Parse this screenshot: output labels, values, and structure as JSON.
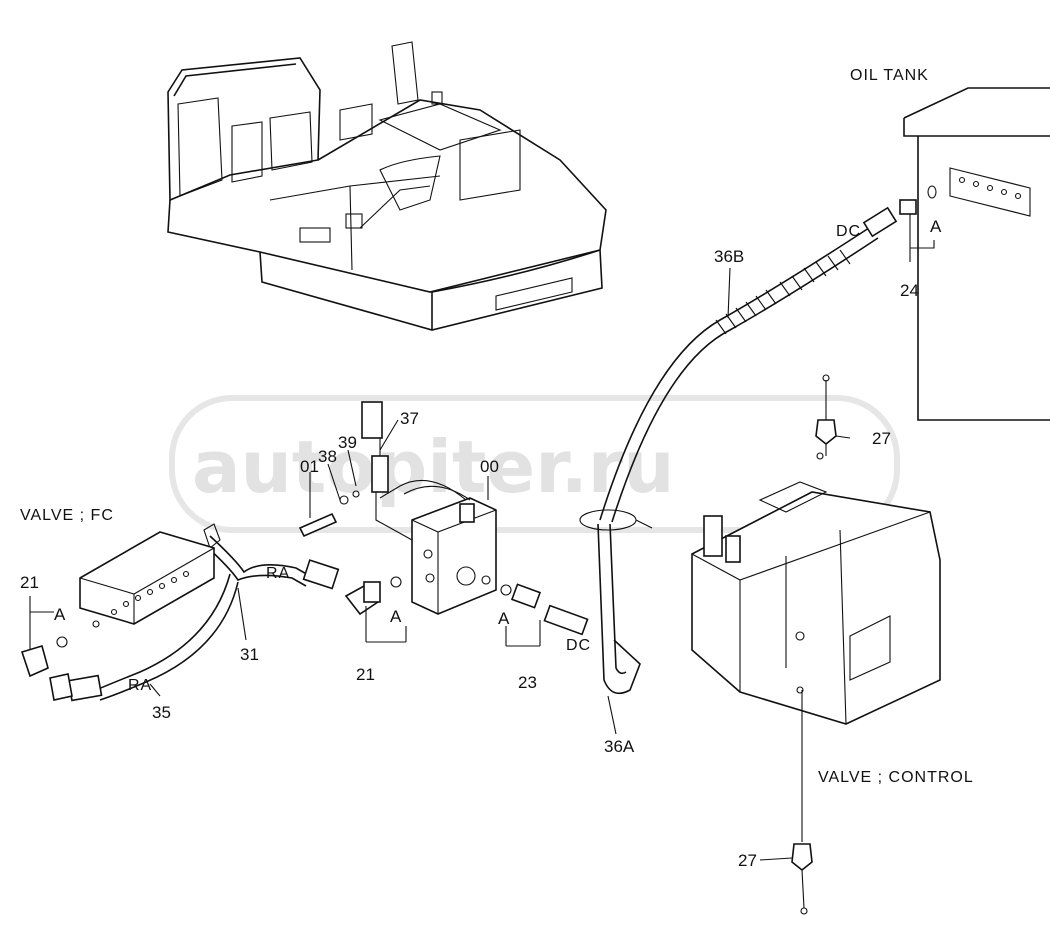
{
  "watermark": "autopiter.ru",
  "labels": {
    "oil_tank": "OIL TANK",
    "valve_fc": "VALVE ; FC",
    "valve_control": "VALVE ; CONTROL",
    "part_00": "00",
    "part_01": "01",
    "part_21_left": "21",
    "part_21_mid": "21",
    "part_23": "23",
    "part_24": "24",
    "part_27_top": "27",
    "part_27_bottom": "27",
    "part_31": "31",
    "part_35": "35",
    "part_36a": "36A",
    "part_36b": "36B",
    "part_37": "37",
    "part_38": "38",
    "part_39": "39",
    "ra_1": "RA",
    "ra_2": "RA",
    "dc_1": "DC",
    "dc_2": "DC",
    "a_left": "A",
    "a_mid": "A",
    "a_right": "A",
    "a_tank": "A"
  }
}
